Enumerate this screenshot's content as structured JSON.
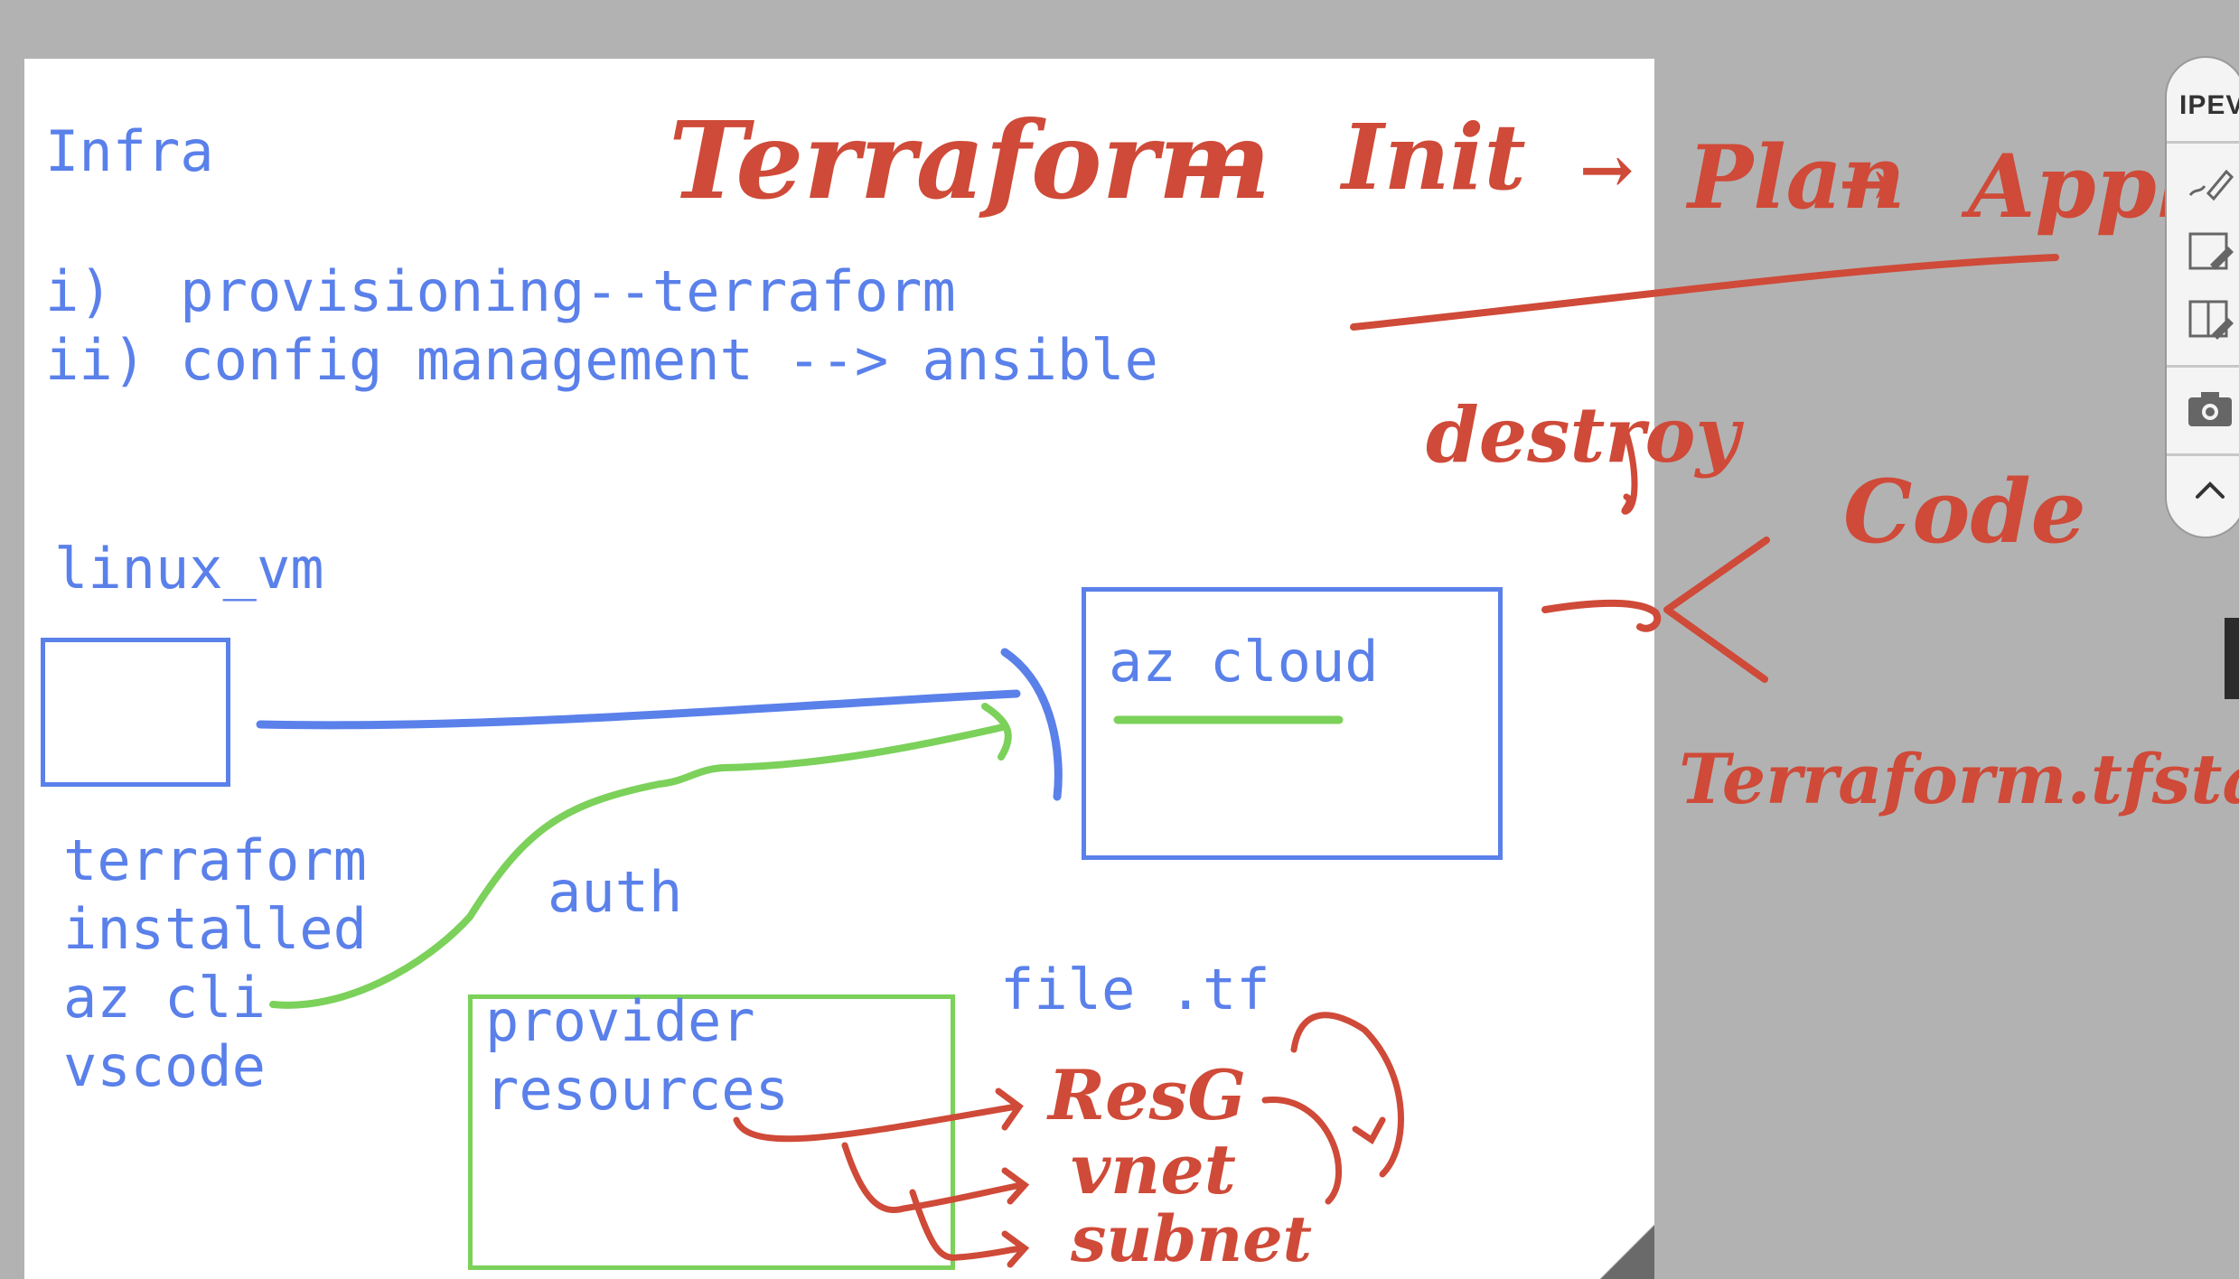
{
  "typed_notes": {
    "infra_heading": "Infra",
    "list_item_1": "i)  provisioning--terraform",
    "list_item_2": "ii) config management --> ansible",
    "vm_label": "linux_vm",
    "vm_tools": [
      "terraform",
      "installed",
      "az cli",
      "vscode"
    ],
    "auth_label": "auth",
    "cloud_label": "az cloud",
    "file_label": "file .tf",
    "provider_lines": [
      "provider",
      "resources"
    ]
  },
  "handwritten_notes": {
    "title": "Terraform",
    "dash": "—",
    "init": "Init",
    "arrow_1": "→",
    "plan": "Plan",
    "arrow_2": "→",
    "apply": "Apply",
    "destroy": "destroy",
    "code": "Code",
    "state_file": "Terraform.tfstate",
    "resources": [
      "ResG",
      "vnet",
      "subnet"
    ]
  },
  "toolbar": {
    "brand": "IPEVO",
    "buttons": [
      "pen-icon",
      "whiteboard-edit-icon",
      "split-edit-icon",
      "camera-icon",
      "chevron-up-icon"
    ]
  },
  "colors": {
    "typed_text": "#5a80ea",
    "handwriting": "#cf4a38",
    "highlight": "#7bd15a",
    "background": "#b2b2b2"
  }
}
